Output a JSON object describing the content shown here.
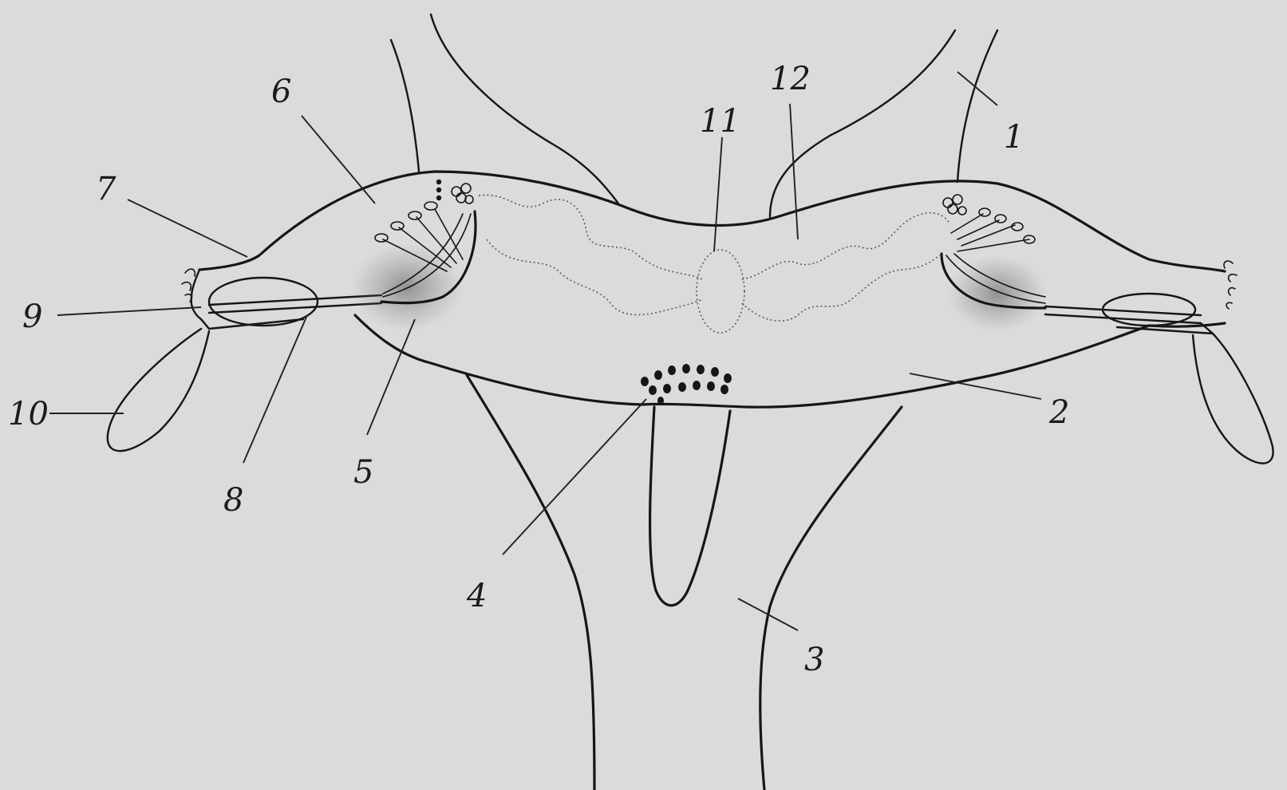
{
  "labels": [
    "1",
    "2",
    "3",
    "4",
    "5",
    "6",
    "7",
    "8",
    "9",
    "10",
    "11",
    "12"
  ],
  "colors": {
    "background": "#d9dcdb",
    "ink": "#161616"
  }
}
